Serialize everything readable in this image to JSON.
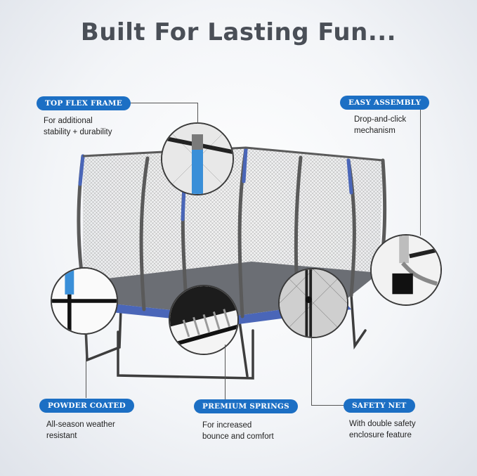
{
  "title": "Built For Lasting Fun...",
  "features": [
    {
      "label": "TOP FLEX FRAME",
      "description_lines": [
        "For additional",
        "stability + durability"
      ]
    },
    {
      "label": "EASY ASSEMBLY",
      "description_lines": [
        "Drop-and-click",
        "mechanism"
      ]
    },
    {
      "label": "POWDER COATED",
      "description_lines": [
        "All-season weather",
        "resistant"
      ]
    },
    {
      "label": "PREMIUM SPRINGS",
      "description_lines": [
        "For increased",
        "bounce and comfort"
      ]
    },
    {
      "label": "SAFETY NET",
      "description_lines": [
        "With double safety",
        "enclosure feature"
      ]
    }
  ],
  "colors": {
    "accent": "#1c6fc4",
    "pad_blue": "#4a66b8",
    "frame_gray": "#5a5a5a"
  }
}
